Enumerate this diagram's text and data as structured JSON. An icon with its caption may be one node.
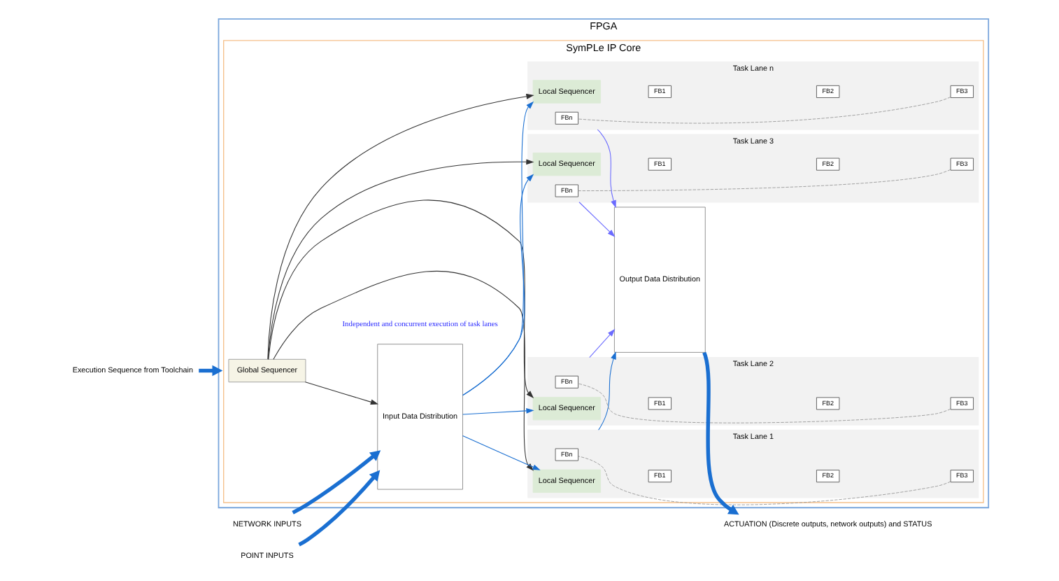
{
  "diagram": {
    "nodes": [
      {
        "text": [
          "Execution Sequence from Toolchain"
        ]
      },
      {
        "text": [
          "FPGA"
        ]
      },
      {
        "text": [
          "SymPLe IP Core"
        ],
        "in": 1
      },
      {
        "text": [
          "Global Sequencer"
        ],
        "in": 2
      },
      {
        "text": [
          "Input Data Distribution"
        ],
        "in": 2
      },
      {
        "text": [
          "NETWORK INPUTS"
        ]
      },
      {
        "text": [
          "POINT INPUTS"
        ]
      },
      {
        "text": [
          "Task Lane 1"
        ],
        "in": 2
      },
      {
        "text": [
          "Local Sequencer"
        ],
        "in": 7
      },
      {
        "text": [
          "FB1"
        ],
        "in": 7
      },
      {
        "text": [
          "FB2"
        ],
        "in": 7
      },
      {
        "text": [
          "FB3"
        ],
        "in": 7
      },
      {
        "text": [
          "FBn"
        ],
        "in": 7
      },
      {
        "text": [
          "Task Lane 2"
        ],
        "in": 2
      },
      {
        "text": [
          "Local Sequencer"
        ],
        "in": 13
      },
      {
        "text": [
          "FB1"
        ],
        "in": 13
      },
      {
        "text": [
          "FB2"
        ],
        "in": 13
      },
      {
        "text": [
          "FB3"
        ],
        "in": 13
      },
      {
        "text": [
          "FBn"
        ],
        "in": 13
      },
      {
        "text": [
          "Task Lane 3"
        ],
        "in": 2
      },
      {
        "text": [
          "Local Sequencer"
        ],
        "in": 19
      },
      {
        "text": [
          "FB1"
        ],
        "in": 19
      },
      {
        "text": [
          "FB2"
        ],
        "in": 19
      },
      {
        "text": [
          "FB3"
        ],
        "in": 19
      },
      {
        "text": [
          "FBn"
        ],
        "in": 19
      },
      {
        "text": [
          "Task Lane n"
        ],
        "in": 2
      },
      {
        "text": [
          "Local Sequencer"
        ],
        "in": 25
      },
      {
        "text": [
          "FB1"
        ],
        "in": 25
      },
      {
        "text": [
          "FB2"
        ],
        "in": 25
      },
      {
        "text": [
          "FB3"
        ],
        "in": 25
      },
      {
        "text": [
          "FBn"
        ],
        "in": 25
      },
      {
        "text": [
          "Output Data Distribution"
        ],
        "in": 2
      },
      {
        "text": [
          "ACTUATION (Discrete outputs, network outputs) and STATUS"
        ]
      }
    ],
    "edges": [
      {
        "from": 0,
        "to": 1,
        "arrow": "to",
        "style": "thick"
      },
      {
        "from": 5,
        "to": 4,
        "arrow": "to",
        "style": "thick"
      },
      {
        "from": 6,
        "to": 4,
        "arrow": "to",
        "style": "thick"
      },
      {
        "from": 3,
        "to": 4,
        "arrow": "to",
        "color": "#333333"
      },
      {
        "from": 3,
        "to": 8,
        "arrow": "to",
        "color": "#333333"
      },
      {
        "from": 3,
        "to": 14,
        "arrow": "to",
        "color": "#333333"
      },
      {
        "from": 3,
        "to": 20,
        "arrow": "to",
        "color": "#333333"
      },
      {
        "from": 3,
        "to": 26,
        "arrow": "to",
        "color": "#333333"
      },
      {
        "from": 4,
        "to": 8,
        "arrow": "to"
      },
      {
        "from": 4,
        "to": 14,
        "arrow": "to"
      },
      {
        "from": 4,
        "to": 20,
        "arrow": "to"
      },
      {
        "from": 4,
        "to": 26,
        "arrow": "to"
      },
      {
        "from": 11,
        "to": 12,
        "arrow": "none",
        "style": "dashed",
        "color": "#999999"
      },
      {
        "from": 17,
        "to": 18,
        "arrow": "none",
        "style": "dashed",
        "color": "#999999"
      },
      {
        "from": 23,
        "to": 24,
        "arrow": "none",
        "style": "dashed",
        "color": "#999999"
      },
      {
        "from": 29,
        "to": 30,
        "arrow": "none",
        "style": "dashed",
        "color": "#999999"
      },
      {
        "from": 7,
        "to": 31,
        "arrow": "to"
      },
      {
        "from": 13,
        "to": 31,
        "arrow": "to",
        "color": "#6b6bff"
      },
      {
        "from": 19,
        "to": 31,
        "arrow": "to",
        "color": "#6b6bff"
      },
      {
        "from": 25,
        "to": 31,
        "arrow": "to",
        "color": "#6b6bff"
      },
      {
        "from": 31,
        "to": 32,
        "arrow": "to",
        "style": "thick"
      }
    ],
    "labels": [
      "Independent and concurrent execution of task lanes"
    ]
  }
}
